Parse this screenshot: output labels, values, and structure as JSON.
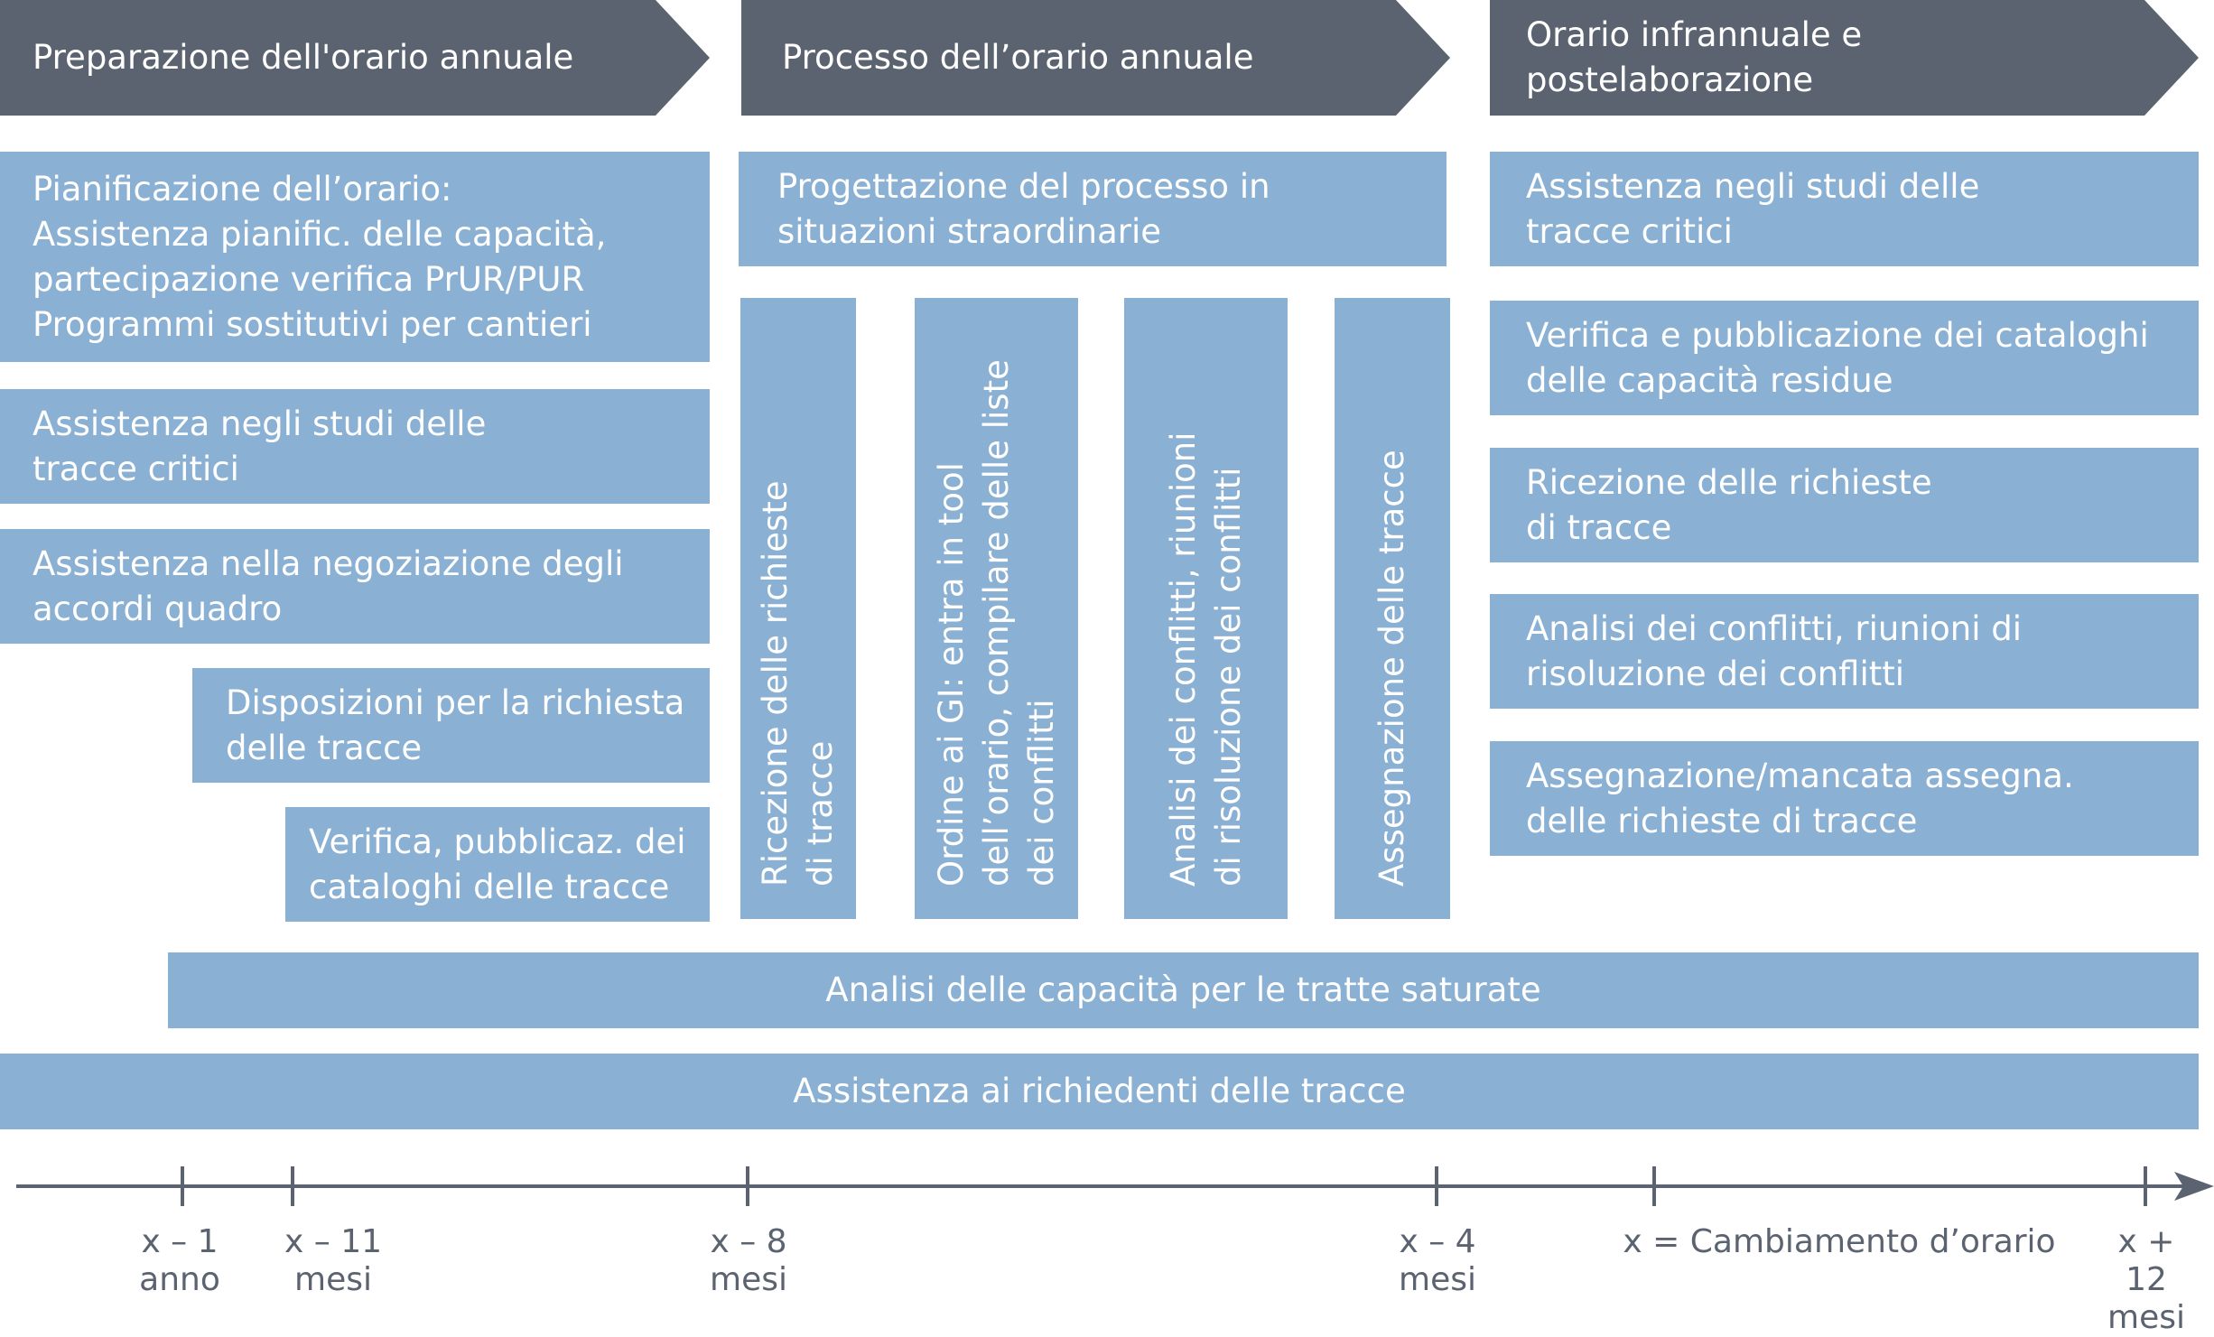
{
  "phases": [
    {
      "label": "Preparazione dell'orario annuale"
    },
    {
      "label": "Processo dell’orario annuale"
    },
    {
      "label": "Orario infrannuale e\npostelaborazione"
    }
  ],
  "col1": [
    "Pianificazione dell’orario:\nAssistenza pianific. delle capacità,\npartecipazione verifica PrUR/PUR\nProgrammi sostitutivi per cantieri",
    "Assistenza negli studi delle\ntracce critici",
    "Assistenza nella negoziazione degli\naccordi quadro",
    "Disposizioni per la richiesta\ndelle tracce",
    "Verifica, pubblicaz. dei\ncataloghi delle tracce"
  ],
  "col2_top": "Progettazione del processo in\nsituazioni straordinarie",
  "col2_vertical": [
    "Ricezione delle richieste\ndi tracce",
    "Ordine ai GI: entra in tool\ndell’orario, compilare delle liste\ndei conflitti",
    "Analisi dei conflitti, riunioni\ndi risoluzione dei conflitti",
    "Assegnazione delle tracce"
  ],
  "col3": [
    "Assistenza negli studi delle\ntracce critici",
    "Verifica e pubblicazione dei cataloghi\ndelle capacità residue",
    "Ricezione delle richieste\ndi tracce",
    "Analisi dei conflitti, riunioni di\nrisoluzione dei conflitti",
    "Assegnazione/mancata assegna.\ndelle richieste di tracce"
  ],
  "bars": [
    "Analisi delle capacità per le tratte saturate",
    "Assistenza ai richiedenti delle tracce"
  ],
  "timeline": [
    {
      "label": "x – 1\nanno"
    },
    {
      "label": "x – 11\nmesi"
    },
    {
      "label": "x – 8\nmesi"
    },
    {
      "label": "x – 4\nmesi"
    },
    {
      "label": "x = Cambiamento d’orario"
    },
    {
      "label": "x + 12\nmesi"
    }
  ],
  "colors": {
    "phase": "#5b6370",
    "box": "#8ab0d4",
    "axis": "#5b6370"
  }
}
